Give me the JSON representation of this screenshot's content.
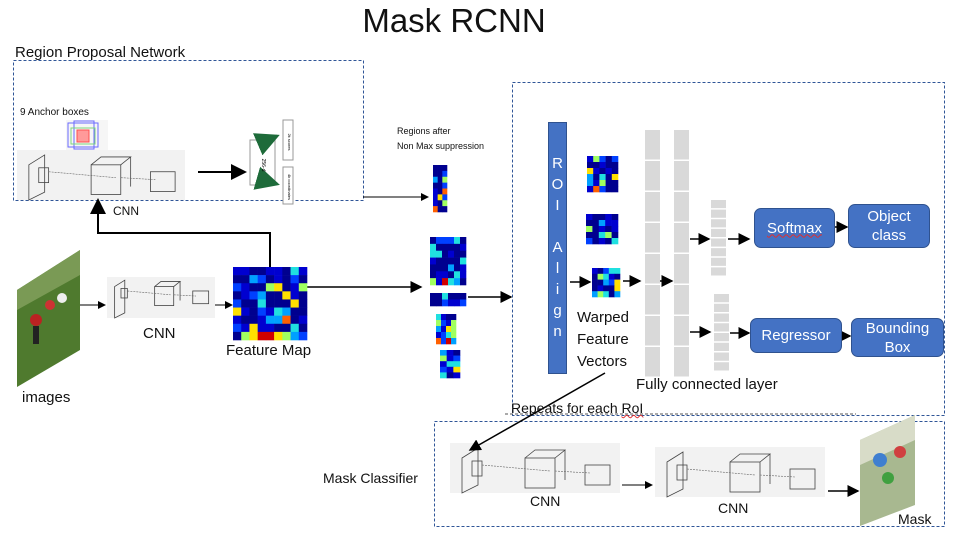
{
  "title": "Mask RCNN",
  "rpn": {
    "label": "Region Proposal Network",
    "anchor_label": "9 Anchor boxes",
    "cnn_label": "CNN",
    "fc_label": "256-d",
    "cls_label": "2k scores",
    "reg_label": "4k coordinates"
  },
  "regions_label_1": "Regions after",
  "regions_label_2": "Non Max suppression",
  "images_label": "images",
  "cnn_label": "CNN",
  "feature_map_label": "Feature Map",
  "roi_align_letters": [
    "R",
    "O",
    "I",
    "",
    "A",
    "l",
    "i",
    "g",
    "n"
  ],
  "warped_label": [
    "Warped",
    "Feature",
    "Vectors"
  ],
  "fc_layer_label": "Fully connected layer",
  "softmax_label": "Softmax",
  "object_class_label": "Object class",
  "regressor_label": "Regressor",
  "bounding_box_label": "Bounding Box",
  "repeats_label_prefix": "Repeats for each ",
  "repeats_label_roi": "RoI",
  "mask_classifier_label": "Mask Classifier",
  "mask_cnn1_label": "CNN",
  "mask_cnn2_label": "CNN",
  "mask_label": "Mask",
  "colors": {
    "box_fill": "#4472c4",
    "box_border": "#2f528f",
    "dashed": "#2f5597",
    "fc_gray": "#d9d9d9",
    "arrow_green": "#1e6b3a"
  }
}
